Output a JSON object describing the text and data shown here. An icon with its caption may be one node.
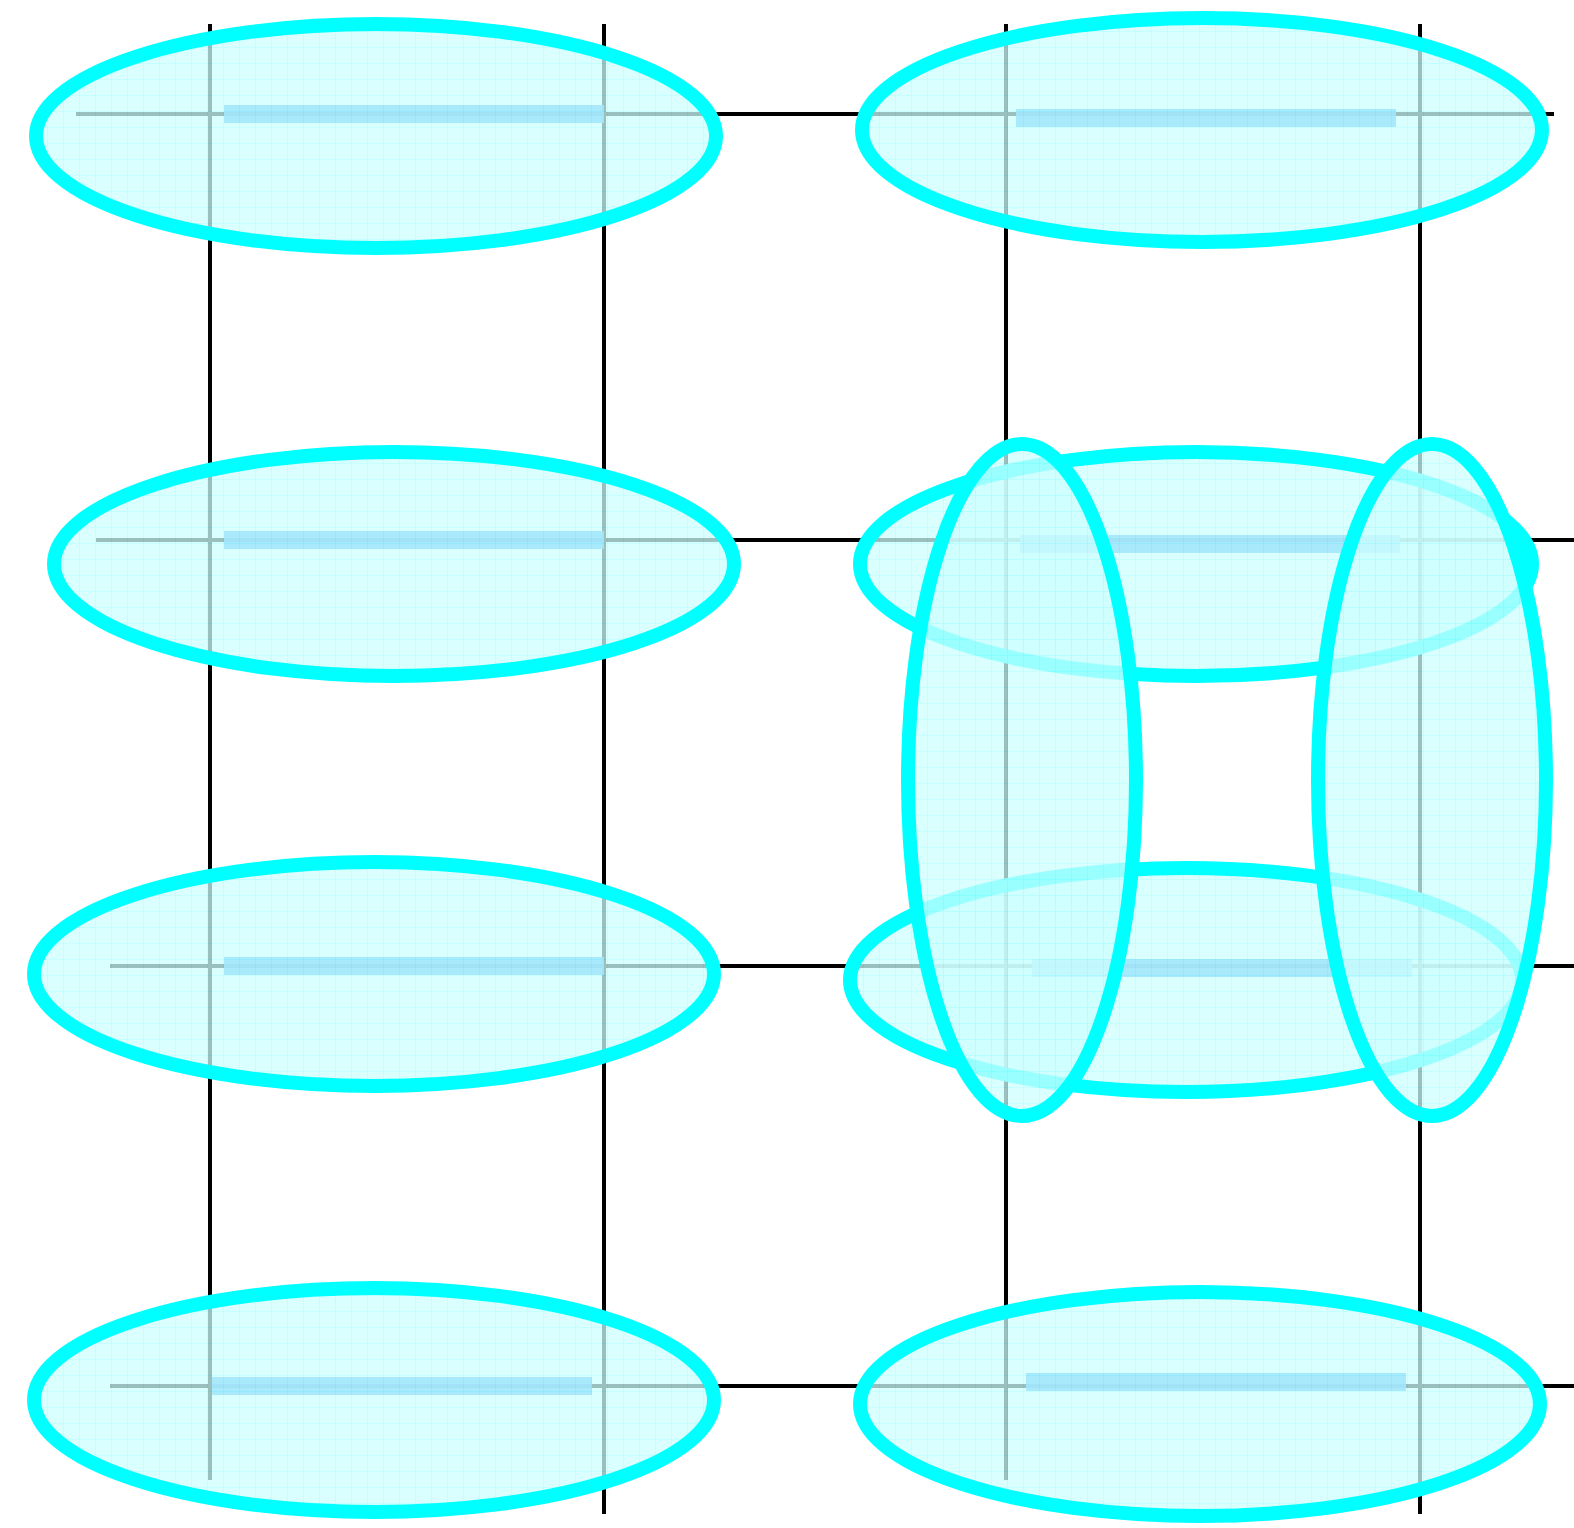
{
  "diagram": {
    "nodes": [
      {
        "text": [],
        "shape": "ellipse"
      },
      {
        "text": [],
        "shape": "ellipse"
      },
      {
        "text": [],
        "shape": "ellipse"
      },
      {
        "text": [],
        "shape": "ellipse"
      },
      {
        "text": [],
        "shape": "ellipse"
      },
      {
        "text": [],
        "shape": "ellipse"
      },
      {
        "text": [],
        "shape": "ellipse"
      },
      {
        "text": [],
        "shape": "ellipse"
      },
      {
        "text": [],
        "shape": "ellipse"
      },
      {
        "text": [],
        "shape": "ellipse"
      }
    ]
  }
}
